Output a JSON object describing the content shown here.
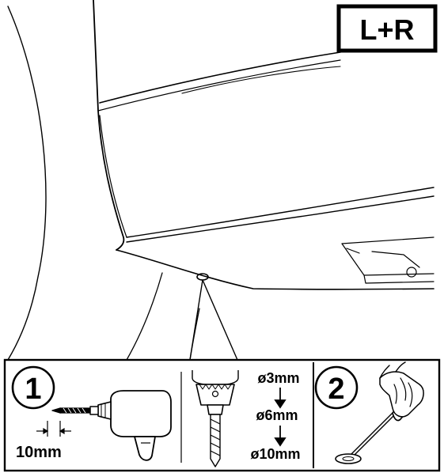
{
  "badge": {
    "text": "L+R"
  },
  "steps": [
    {
      "number": "1",
      "dimension": "10mm"
    },
    {
      "number": "2"
    }
  ],
  "drill_sizes": [
    "ø3mm",
    "ø6mm",
    "ø10mm"
  ],
  "colors": {
    "ink": "#000000",
    "paper": "#ffffff"
  }
}
